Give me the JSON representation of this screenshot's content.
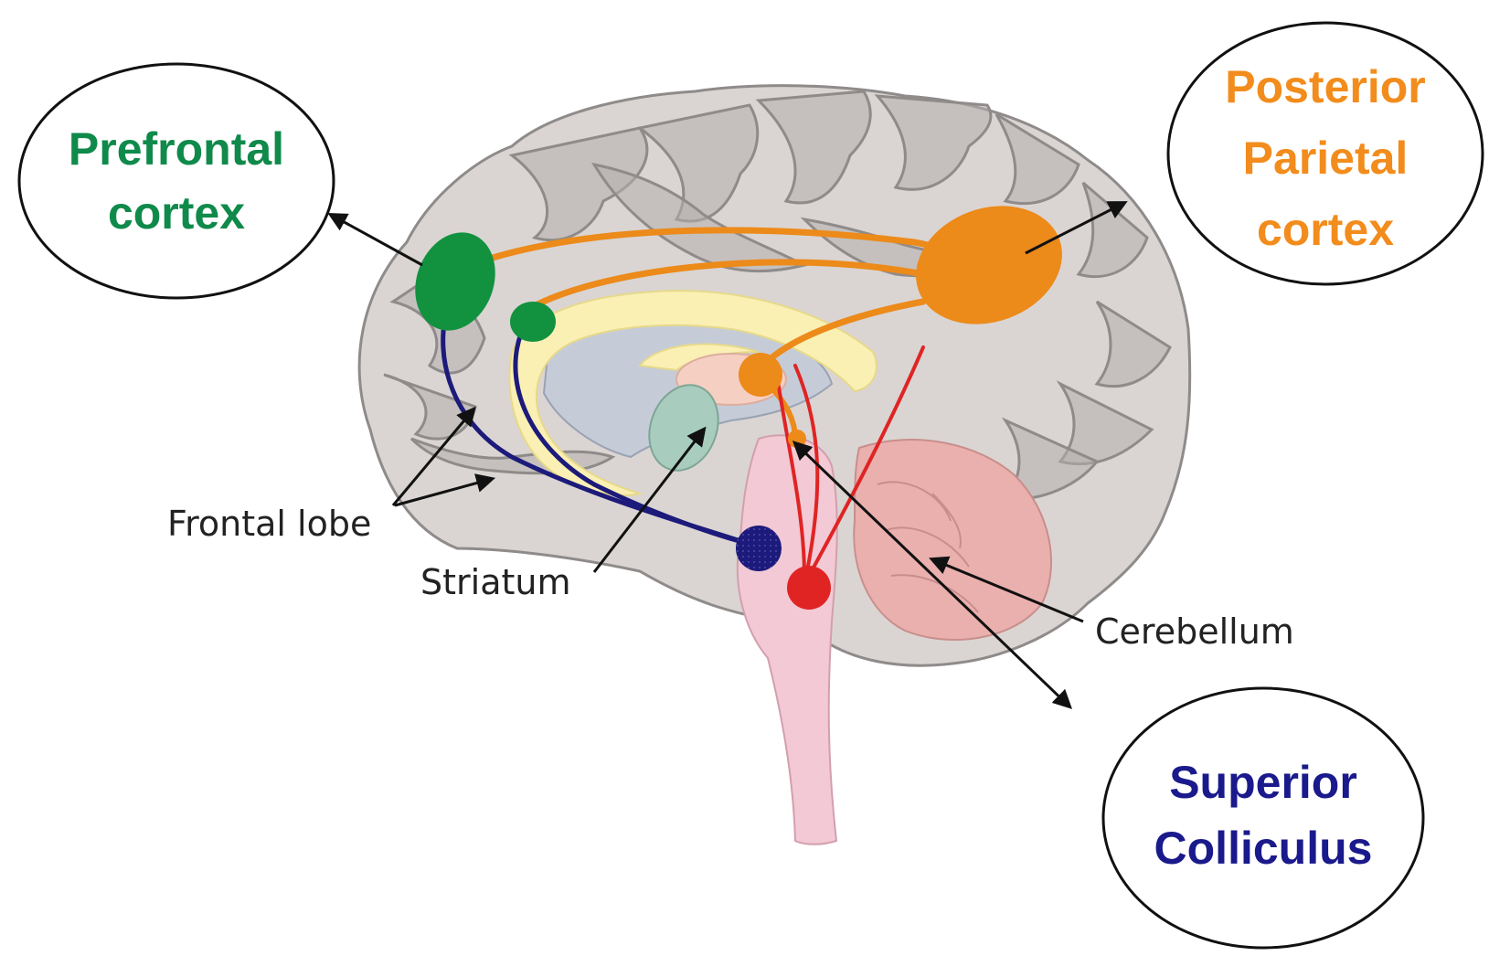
{
  "callouts": {
    "prefrontal": {
      "line1": "Prefrontal",
      "line2": "cortex",
      "color": "#0f8a4a"
    },
    "posterior_parietal": {
      "line1": "Posterior",
      "line2": "Parietal",
      "line3": "cortex",
      "color": "#f28c1c"
    },
    "superior_colliculus": {
      "line1": "Superior",
      "line2": "Colliculus",
      "color": "#1a1a8c"
    }
  },
  "labels": {
    "frontal_lobe": "Frontal lobe",
    "striatum": "Striatum",
    "cerebellum": "Cerebellum"
  },
  "colors": {
    "prefrontal_green": "#12913f",
    "parietal_orange": "#ec8a1a",
    "colliculus_navy": "#1c1a7a",
    "red_pathway": "#e02424",
    "brain_gray": "#d9d4d2",
    "fold_gray": "#a9a5a4",
    "corpus_callosum": "#faf0b4",
    "brainstem_pink": "#f2c9d4",
    "cerebellum_pink": "#eab0ae",
    "ventricle_blue": "#c5ccd8",
    "striatum_teal": "#a8cdbf"
  }
}
